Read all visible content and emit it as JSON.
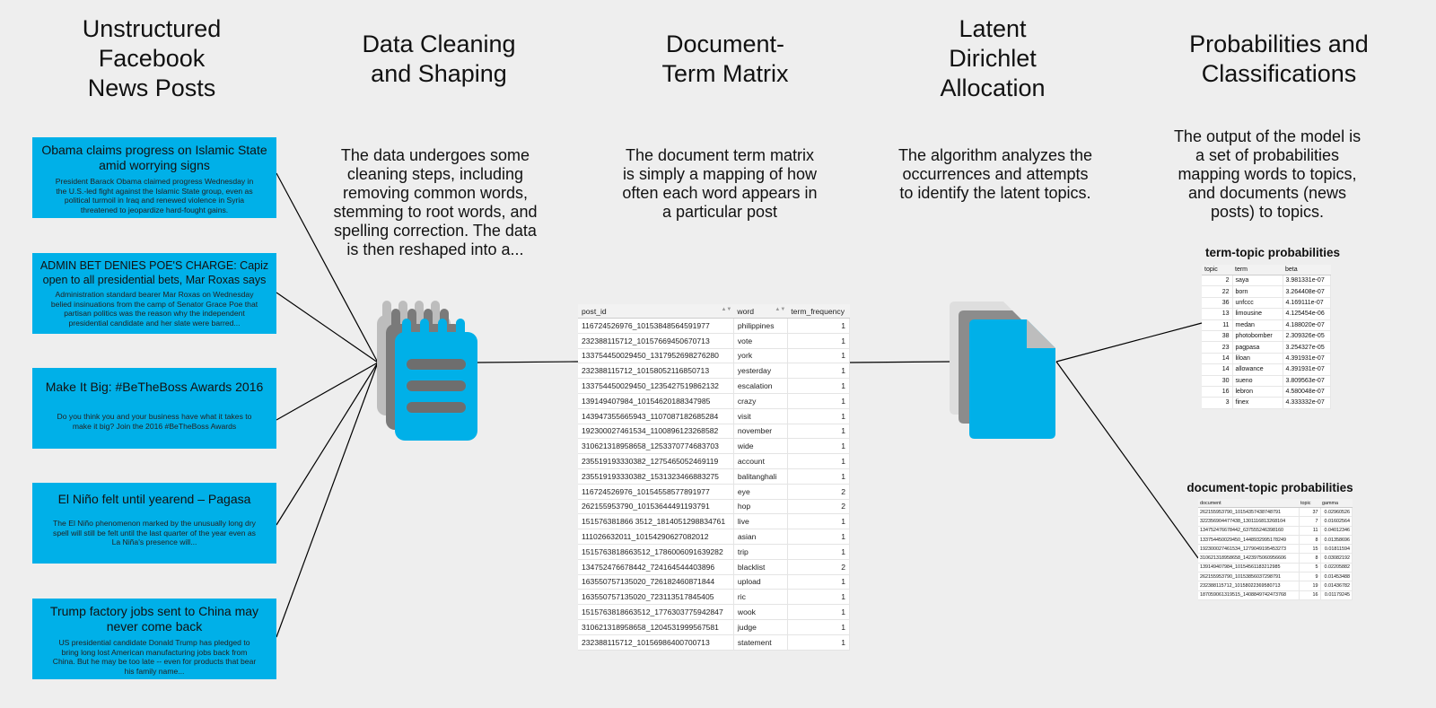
{
  "columns": {
    "col1": {
      "heading": "Unstructured\nFacebook\nNews Posts"
    },
    "col2": {
      "heading": "Data Cleaning\nand Shaping",
      "description": "The data undergoes some cleaning steps, including removing common words, stemming to root words, and spelling correction. The data is then reshaped into a..."
    },
    "col3": {
      "heading": "Document-\nTerm Matrix",
      "description": "The document term matrix is simply a mapping of how often each word appears in a particular post"
    },
    "col4": {
      "heading": "Latent\nDirichlet\nAllocation",
      "description": "The algorithm analyzes the occurrences and attempts to identify the latent topics."
    },
    "col5": {
      "heading": "Probabilities and\nClassifications",
      "description": "The output of the model is a set of probabilities mapping words to topics, and documents (news posts) to topics."
    }
  },
  "posts": [
    {
      "title": "Obama claims progress on Islamic State amid worrying signs",
      "body": "President Barack Obama claimed progress Wednesday in the U.S.-led fight against the Islamic State group, even as political turmoil in Iraq and renewed violence in Syria threatened to jeopardize hard-fought gains."
    },
    {
      "title": "ADMIN BET DENIES POE'S CHARGE: Capiz open to all presidential bets, Mar Roxas says",
      "body": "Administration standard bearer Mar Roxas on Wednesday belied insinuations from the camp of Senator Grace Poe that partisan politics was the reason why the independent presidential candidate and her slate were barred..."
    },
    {
      "title": "Make It Big: #BeTheBoss Awards 2016",
      "body": "Do you think you and your business have what it takes to make it big? Join the 2016 #BeTheBoss Awards"
    },
    {
      "title": "El Niño felt until yearend – Pagasa",
      "body": "The El Niño phenomenon marked by the unusually long dry spell will still be felt until the last quarter of the year even as La Niña's presence will..."
    },
    {
      "title": "Trump factory jobs sent to China may never come back",
      "body": "US presidential candidate Donald Trump has pledged to bring long lost American manufacturing jobs back from China. But he may be too late -- even for products that bear his family name..."
    }
  ],
  "dtm": {
    "headers": [
      "post_id",
      "word",
      "term_frequency"
    ],
    "rows": [
      [
        "116724526976_10153848564591977",
        "philippines",
        "1"
      ],
      [
        "232388115712_10157669450670713",
        "vote",
        "1"
      ],
      [
        "133754450029450_1317952698276280",
        "york",
        "1"
      ],
      [
        "232388115712_10158052116850713",
        "yesterday",
        "1"
      ],
      [
        "133754450029450_1235427519862132",
        "escalation",
        "1"
      ],
      [
        "139149407984_10154620188347985",
        "crazy",
        "1"
      ],
      [
        "143947355665943_1107087182685284",
        "visit",
        "1"
      ],
      [
        "192300027461534_1100896123268582",
        "november",
        "1"
      ],
      [
        "310621318958658_1253370774683703",
        "wide",
        "1"
      ],
      [
        "235519193330382_1275465052469119",
        "account",
        "1"
      ],
      [
        "235519193330382_1531323466883275",
        "balitanghali",
        "1"
      ],
      [
        "116724526976_10154558577891977",
        "eye",
        "2"
      ],
      [
        "262155953790_10153644491193791",
        "hop",
        "2"
      ],
      [
        "151576381866 3512_1814051298834761",
        "live",
        "1"
      ],
      [
        "111026632011_10154290627082012",
        "asian",
        "1"
      ],
      [
        "1515763818663512_1786006091639282",
        "trip",
        "1"
      ],
      [
        "134752476678442_724164544403896",
        "blacklist",
        "2"
      ],
      [
        "163550757135020_726182460871844",
        "upload",
        "1"
      ],
      [
        "163550757135020_723113517845405",
        "ric",
        "1"
      ],
      [
        "1515763818663512_1776303775942847",
        "wook",
        "1"
      ],
      [
        "310621318958658_1204531999567581",
        "judge",
        "1"
      ],
      [
        "232388115712_10156986400700713",
        "statement",
        "1"
      ]
    ]
  },
  "term_topic": {
    "title": "term-topic probabilities",
    "headers": [
      "topic",
      "term",
      "beta"
    ],
    "rows": [
      [
        "2",
        "saya",
        "3.981331e-07"
      ],
      [
        "22",
        "born",
        "3.264408e-07"
      ],
      [
        "36",
        "unfccc",
        "4.169111e-07"
      ],
      [
        "13",
        "limousine",
        "4.125454e-06"
      ],
      [
        "11",
        "medan",
        "4.188020e-07"
      ],
      [
        "38",
        "photobomber",
        "2.309326e-05"
      ],
      [
        "23",
        "pagpasa",
        "3.254327e-05"
      ],
      [
        "14",
        "liloan",
        "4.391931e-07"
      ],
      [
        "14",
        "allowance",
        "4.391931e-07"
      ],
      [
        "30",
        "sueno",
        "3.809563e-07"
      ],
      [
        "16",
        "lebron",
        "4.580048e-07"
      ],
      [
        "3",
        "finex",
        "4.333332e-07"
      ]
    ]
  },
  "doc_topic": {
    "title": "document-topic probabilities",
    "headers": [
      "document",
      "topic",
      "gamma"
    ],
    "rows": [
      [
        "262155953790_10154357438748791",
        "37",
        "0.02960526"
      ],
      [
        "322356904477438_1301116813268104",
        "7",
        "0.01602564"
      ],
      [
        "134752476678442_637555246398160",
        "11",
        "0.04012346"
      ],
      [
        "133754450029450_1448932995178249",
        "8",
        "0.01358696"
      ],
      [
        "192300027461534_1279049195453273",
        "15",
        "0.01811594"
      ],
      [
        "310621318958658_1423975060956606",
        "8",
        "0.03082192"
      ],
      [
        "139149407984_10154561183212985",
        "5",
        "0.02205882"
      ],
      [
        "262155953790_10153856037298791",
        "9",
        "0.01453488"
      ],
      [
        "232388115712_10158022369580713",
        "19",
        "0.01436782"
      ],
      [
        "187059061319515_1408849742473768",
        "16",
        "0.01179245"
      ]
    ]
  },
  "colors": {
    "accent": "#00b0e8",
    "background": "#eeeeee",
    "icon_gray": "#909090",
    "icon_dark": "#6e6e6e"
  }
}
